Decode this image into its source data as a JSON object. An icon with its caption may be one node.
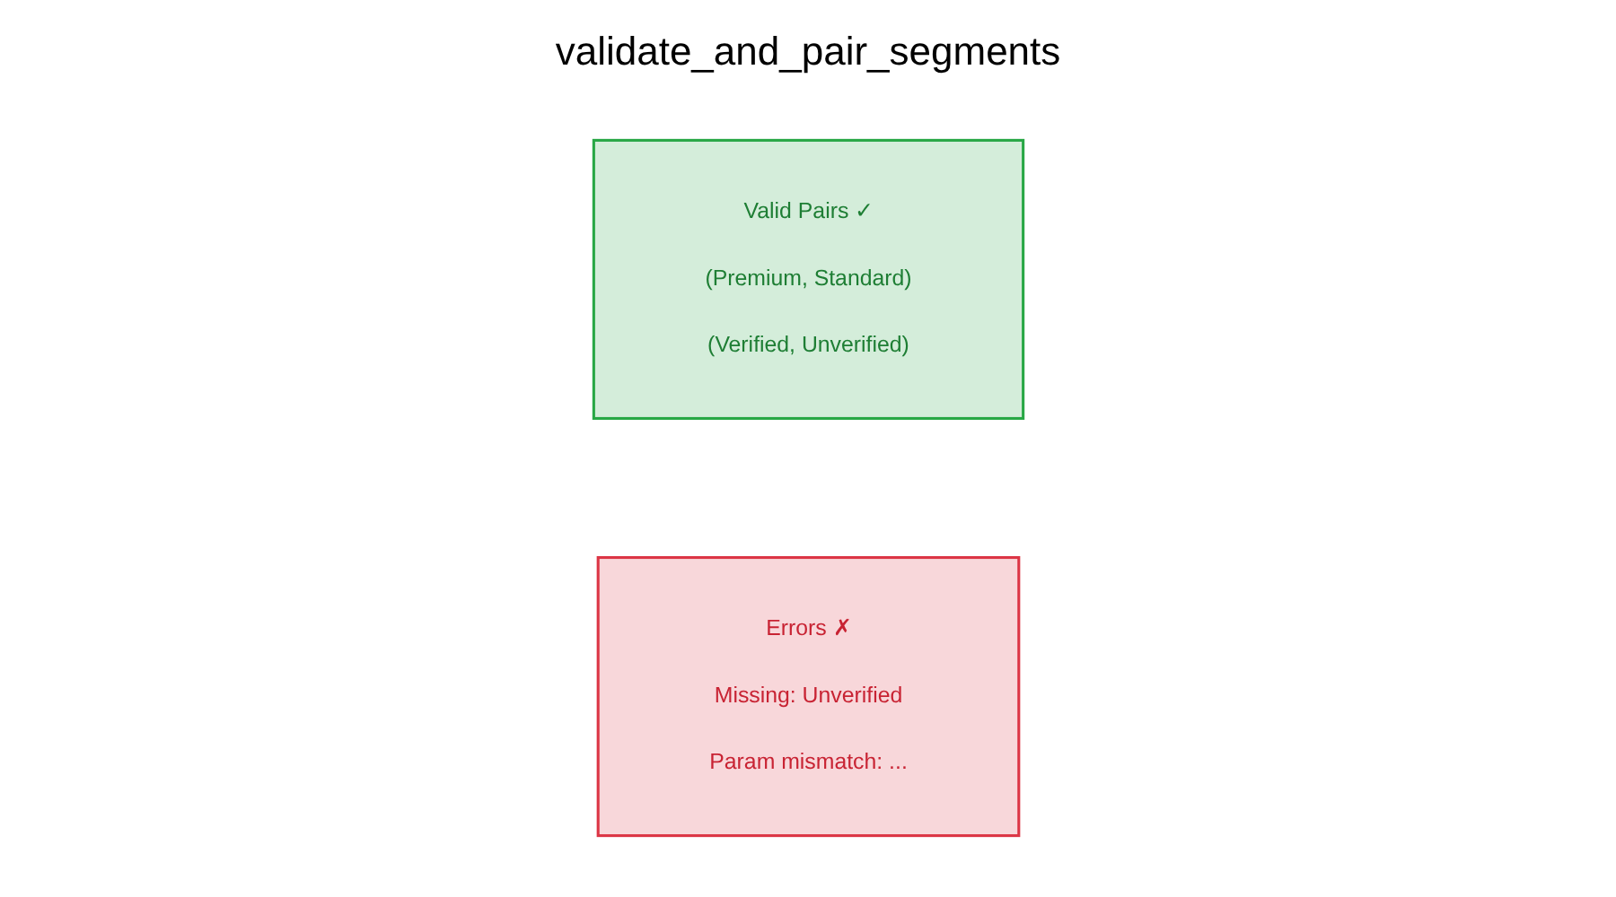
{
  "diagram": {
    "title": "validate_and_pair_segments",
    "nodes": [
      {
        "text": [
          "Valid Pairs ✓",
          "(Premium, Standard)",
          "(Verified, Unverified)"
        ]
      },
      {
        "text": [
          "Errors ✗",
          "Missing: Unverified",
          "Param mismatch: ..."
        ]
      }
    ]
  }
}
